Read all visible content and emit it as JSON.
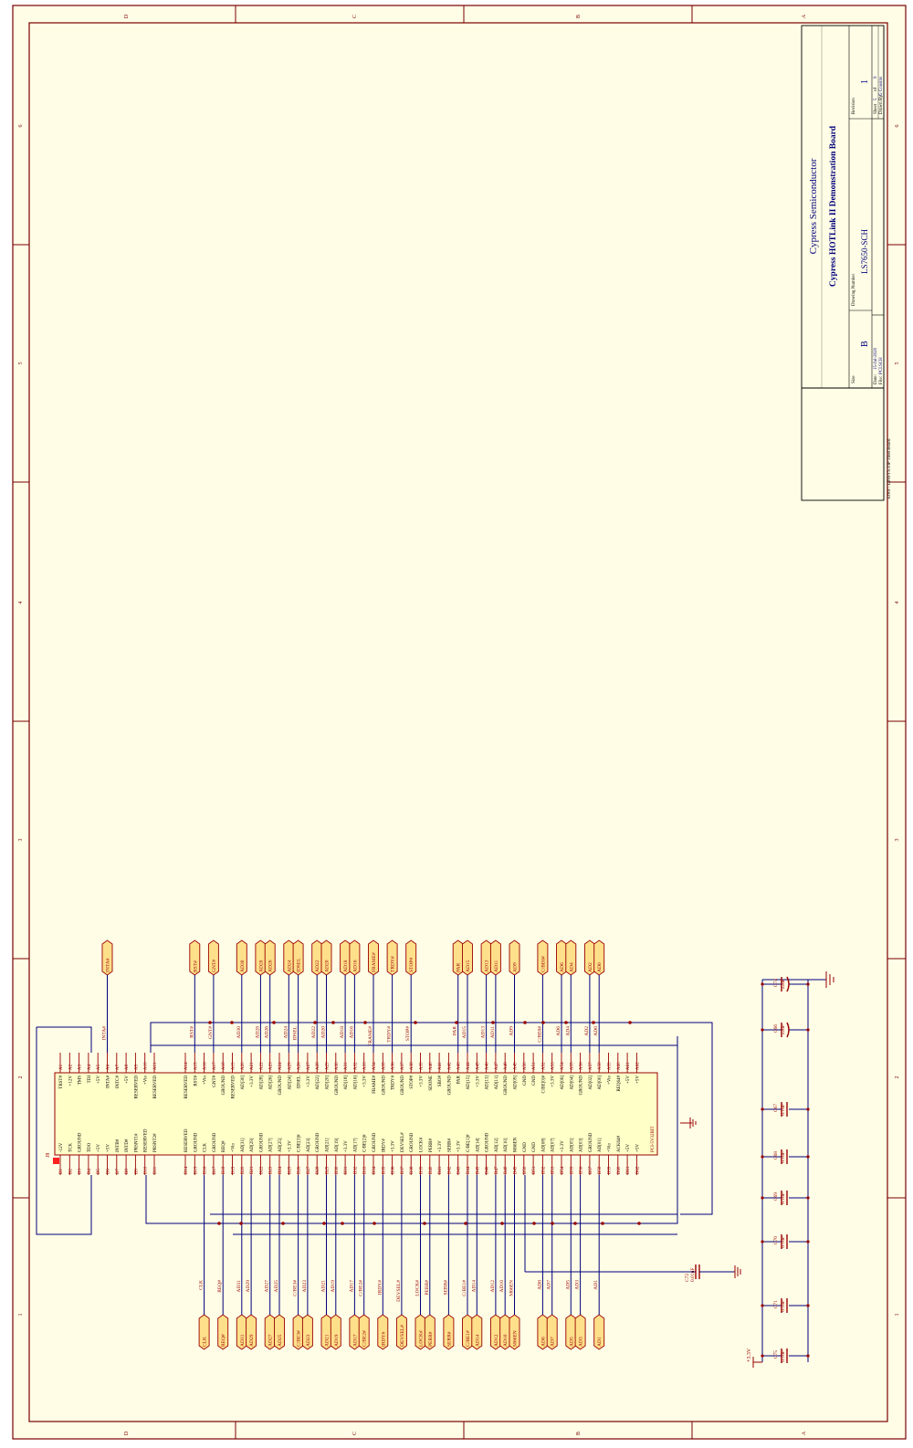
{
  "sheet": {
    "zones_letters": [
      "D",
      "C",
      "B",
      "A"
    ],
    "zones_numbers": [
      "6",
      "5",
      "4",
      "3",
      "2",
      "1"
    ],
    "colors": {
      "paper": "#fffde6",
      "frame": "#7a0000",
      "wire": "#00007c",
      "component": "#990000",
      "fill": "#ffffc8",
      "port": "#ffe08a"
    }
  },
  "title_block": {
    "company": "Cypress Semiconductor",
    "title": "Cypress HOTLink II Demonstration Board",
    "size_label": "Size",
    "size_value": "B",
    "drawing_number_label": "Drawing Number",
    "drawing_number": "LS7650-SCH",
    "revision_label": "Revision",
    "revision": "1",
    "date_label": "Date:",
    "date": "15-Jul-2020",
    "file_label": "File:",
    "file": "PCI.SCH",
    "sheet_label": "Sheet",
    "sheet_number": "5",
    "sheet_of": "of",
    "sheet_total": "9",
    "drawn_by_label": "Drawn By:",
    "drawn_by": "G Cousins",
    "path": "Error : LINSYS.TIP Tiled Board"
  },
  "connector": {
    "ref": "J8",
    "type": "PCI-5V32BIT",
    "a_pins": [
      {
        "num": "A1",
        "name": "TRST#"
      },
      {
        "num": "A2",
        "name": "+12V"
      },
      {
        "num": "A3",
        "name": "TMS"
      },
      {
        "num": "A4",
        "name": "TDI"
      },
      {
        "num": "A5",
        "name": "+5V"
      },
      {
        "num": "A6",
        "name": "INTA#"
      },
      {
        "num": "A7",
        "name": "INTC#"
      },
      {
        "num": "A8",
        "name": "+5V"
      },
      {
        "num": "A9",
        "name": "RESERVED"
      },
      {
        "num": "A10",
        "name": "+Vio"
      },
      {
        "num": "A11",
        "name": "RESERVED"
      },
      {
        "num": "A14",
        "name": "RESERVED"
      },
      {
        "num": "A15",
        "name": "RST#"
      },
      {
        "num": "A16",
        "name": "+Vio"
      },
      {
        "num": "A17",
        "name": "GNT#"
      },
      {
        "num": "A18",
        "name": "GROUND"
      },
      {
        "num": "A19",
        "name": "RESERVED"
      },
      {
        "num": "A20",
        "name": "AD[30]"
      },
      {
        "num": "A21",
        "name": "+3.3V"
      },
      {
        "num": "A22",
        "name": "AD[28]"
      },
      {
        "num": "A23",
        "name": "AD[26]"
      },
      {
        "num": "A24",
        "name": "GROUND"
      },
      {
        "num": "A25",
        "name": "AD[24]"
      },
      {
        "num": "A26",
        "name": "IDSEL"
      },
      {
        "num": "A27",
        "name": "+3.3V"
      },
      {
        "num": "A28",
        "name": "AD[22]"
      },
      {
        "num": "A29",
        "name": "AD[20]"
      },
      {
        "num": "A30",
        "name": "GROUND"
      },
      {
        "num": "A31",
        "name": "AD[18]"
      },
      {
        "num": "A32",
        "name": "AD[16]"
      },
      {
        "num": "A33",
        "name": "+3.3V"
      },
      {
        "num": "A34",
        "name": "FRAME#"
      },
      {
        "num": "A35",
        "name": "GROUND"
      },
      {
        "num": "A36",
        "name": "TRDY#"
      },
      {
        "num": "A37",
        "name": "GROUND"
      },
      {
        "num": "A38",
        "name": "STOP#"
      },
      {
        "num": "A39",
        "name": "+3.3V"
      },
      {
        "num": "A40",
        "name": "SDONE"
      },
      {
        "num": "A41",
        "name": "SBO#"
      },
      {
        "num": "A42",
        "name": "GROUND"
      },
      {
        "num": "A43",
        "name": "PAR"
      },
      {
        "num": "A44",
        "name": "AD[15]"
      },
      {
        "num": "A45",
        "name": "+3.3V"
      },
      {
        "num": "A46",
        "name": "AD[13]"
      },
      {
        "num": "A47",
        "name": "AD[11]"
      },
      {
        "num": "A48",
        "name": "GROUND"
      },
      {
        "num": "A49",
        "name": "AD[09]"
      },
      {
        "num": "A50",
        "name": "GND"
      },
      {
        "num": "A51",
        "name": "GND"
      },
      {
        "num": "A52",
        "name": "C/BE[0]#"
      },
      {
        "num": "A53",
        "name": "+3.3V"
      },
      {
        "num": "A54",
        "name": "AD[06]"
      },
      {
        "num": "A55",
        "name": "AD[04]"
      },
      {
        "num": "A56",
        "name": "GROUND"
      },
      {
        "num": "A57",
        "name": "AD[02]"
      },
      {
        "num": "A58",
        "name": "AD[00]"
      },
      {
        "num": "A59",
        "name": "+Vio"
      },
      {
        "num": "A60",
        "name": "REQ64#"
      },
      {
        "num": "A61",
        "name": "+5V"
      },
      {
        "num": "A62",
        "name": "+5V"
      }
    ],
    "b_pins": [
      {
        "num": "B1",
        "name": "-12V"
      },
      {
        "num": "B2",
        "name": "TCK"
      },
      {
        "num": "B3",
        "name": "GROUND"
      },
      {
        "num": "B4",
        "name": "TDO"
      },
      {
        "num": "B5",
        "name": "+5V"
      },
      {
        "num": "B6",
        "name": "+5V"
      },
      {
        "num": "B7",
        "name": "INTB#"
      },
      {
        "num": "B8",
        "name": "INTD#"
      },
      {
        "num": "B9",
        "name": "PRSNT1#"
      },
      {
        "num": "B10",
        "name": "RESERVED"
      },
      {
        "num": "B11",
        "name": "PRSNT2#"
      },
      {
        "num": "B14",
        "name": "RESERVED"
      },
      {
        "num": "B15",
        "name": "GROUND"
      },
      {
        "num": "B16",
        "name": "CLK"
      },
      {
        "num": "B17",
        "name": "GROUND"
      },
      {
        "num": "B18",
        "name": "REQ#"
      },
      {
        "num": "B19",
        "name": "+Vio"
      },
      {
        "num": "B20",
        "name": "AD[31]"
      },
      {
        "num": "B21",
        "name": "AD[29]"
      },
      {
        "num": "B22",
        "name": "GROUND"
      },
      {
        "num": "B23",
        "name": "AD[27]"
      },
      {
        "num": "B24",
        "name": "AD[25]"
      },
      {
        "num": "B25",
        "name": "+3.3V"
      },
      {
        "num": "B26",
        "name": "C/BE[3]#"
      },
      {
        "num": "B27",
        "name": "AD[23]"
      },
      {
        "num": "B28",
        "name": "GROUND"
      },
      {
        "num": "B29",
        "name": "AD[21]"
      },
      {
        "num": "B30",
        "name": "AD[19]"
      },
      {
        "num": "B31",
        "name": "+3.3V"
      },
      {
        "num": "B32",
        "name": "AD[17]"
      },
      {
        "num": "B33",
        "name": "C/BE[2]#"
      },
      {
        "num": "B34",
        "name": "GROUND"
      },
      {
        "num": "B35",
        "name": "IRDY#"
      },
      {
        "num": "B36",
        "name": "+3.3V"
      },
      {
        "num": "B37",
        "name": "DEVSEL#"
      },
      {
        "num": "B38",
        "name": "GROUND"
      },
      {
        "num": "B39",
        "name": "LOCK#"
      },
      {
        "num": "B40",
        "name": "PERR#"
      },
      {
        "num": "B41",
        "name": "+3.3V"
      },
      {
        "num": "B42",
        "name": "SERR#"
      },
      {
        "num": "B43",
        "name": "+3.3V"
      },
      {
        "num": "B44",
        "name": "C/BE[1]#"
      },
      {
        "num": "B45",
        "name": "AD[14]"
      },
      {
        "num": "B46",
        "name": "GROUND"
      },
      {
        "num": "B47",
        "name": "AD[12]"
      },
      {
        "num": "B48",
        "name": "AD[10]"
      },
      {
        "num": "B49",
        "name": "M66EN"
      },
      {
        "num": "B50",
        "name": "GND"
      },
      {
        "num": "B51",
        "name": "GND"
      },
      {
        "num": "B52",
        "name": "AD[08]"
      },
      {
        "num": "B53",
        "name": "AD[07]"
      },
      {
        "num": "B54",
        "name": "+3.3V"
      },
      {
        "num": "B55",
        "name": "AD[05]"
      },
      {
        "num": "B56",
        "name": "AD[03]"
      },
      {
        "num": "B57",
        "name": "GROUND"
      },
      {
        "num": "B58",
        "name": "AD[01]"
      },
      {
        "num": "B59",
        "name": "+Vio"
      },
      {
        "num": "B60",
        "name": "ACK64#"
      },
      {
        "num": "B61",
        "name": "+5V"
      },
      {
        "num": "B62",
        "name": "+5V"
      }
    ]
  },
  "top_ports": [
    {
      "pin": "A6",
      "net": "INTA#",
      "label": "INTA#"
    },
    {
      "pin": "A15",
      "net": "RST#",
      "label": "RST#"
    },
    {
      "pin": "A17",
      "net": "GNT#",
      "label": "GNT#"
    },
    {
      "pin": "A20",
      "net": "AD30",
      "label": "AD30"
    },
    {
      "pin": "A22",
      "net": "AD28",
      "label": "AD28"
    },
    {
      "pin": "A23",
      "net": "AD26",
      "label": "AD26"
    },
    {
      "pin": "A25",
      "net": "AD24",
      "label": "AD24"
    },
    {
      "pin": "A26",
      "net": "IDSEL",
      "label": "IDSEL"
    },
    {
      "pin": "A28",
      "net": "AD22",
      "label": "AD22"
    },
    {
      "pin": "A29",
      "net": "AD20",
      "label": "AD20"
    },
    {
      "pin": "A31",
      "net": "AD18",
      "label": "AD18"
    },
    {
      "pin": "A32",
      "net": "AD16",
      "label": "AD16"
    },
    {
      "pin": "A34",
      "net": "FRAME#",
      "label": "FRAME#"
    },
    {
      "pin": "A36",
      "net": "TRDY#",
      "label": "TRDY#"
    },
    {
      "pin": "A38",
      "net": "STOP#",
      "label": "STOP#"
    },
    {
      "pin": "A43",
      "net": "PAR",
      "label": "PAR"
    },
    {
      "pin": "A44",
      "net": "AD15",
      "label": "AD15"
    },
    {
      "pin": "A46",
      "net": "AD13",
      "label": "AD13"
    },
    {
      "pin": "A47",
      "net": "AD11",
      "label": "AD11"
    },
    {
      "pin": "A49",
      "net": "AD9",
      "label": "AD9"
    },
    {
      "pin": "A52",
      "net": "C/BE0#",
      "label": "C/BE0#"
    },
    {
      "pin": "A54",
      "net": "AD6",
      "label": "AD6"
    },
    {
      "pin": "A55",
      "net": "AD4",
      "label": "AD4"
    },
    {
      "pin": "A57",
      "net": "AD2",
      "label": "AD2"
    },
    {
      "pin": "A58",
      "net": "AD0",
      "label": "AD0"
    }
  ],
  "bottom_ports": [
    {
      "pin": "B16",
      "net": "CLK",
      "label": "CLK"
    },
    {
      "pin": "B18",
      "net": "REQ#",
      "label": "REQ#"
    },
    {
      "pin": "B20",
      "net": "AD31",
      "label": "AD31"
    },
    {
      "pin": "B21",
      "net": "AD29",
      "label": "AD29"
    },
    {
      "pin": "B23",
      "net": "AD27",
      "label": "AD27"
    },
    {
      "pin": "B24",
      "net": "AD25",
      "label": "AD25"
    },
    {
      "pin": "B26",
      "net": "C/BE3#",
      "label": "C/BE3#"
    },
    {
      "pin": "B27",
      "net": "AD23",
      "label": "AD23"
    },
    {
      "pin": "B29",
      "net": "AD21",
      "label": "AD21"
    },
    {
      "pin": "B30",
      "net": "AD19",
      "label": "AD19"
    },
    {
      "pin": "B32",
      "net": "AD17",
      "label": "AD17"
    },
    {
      "pin": "B33",
      "net": "C/BE2#",
      "label": "C/BE2#"
    },
    {
      "pin": "B35",
      "net": "IRDY#",
      "label": "IRDY#"
    },
    {
      "pin": "B37",
      "net": "DEVSEL#",
      "label": "DEVSEL#"
    },
    {
      "pin": "B39",
      "net": "LOCK#",
      "label": "LOCK#"
    },
    {
      "pin": "B40",
      "net": "PERR#",
      "label": "PERR#"
    },
    {
      "pin": "B42",
      "net": "SERR#",
      "label": "SERR#"
    },
    {
      "pin": "B44",
      "net": "C/BE1#",
      "label": "C/BE1#"
    },
    {
      "pin": "B45",
      "net": "AD14",
      "label": "AD14"
    },
    {
      "pin": "B47",
      "net": "AD12",
      "label": "AD12"
    },
    {
      "pin": "B48",
      "net": "AD10",
      "label": "AD10"
    },
    {
      "pin": "B49",
      "net": "M66EN",
      "label": "M66EN"
    },
    {
      "pin": "B52",
      "net": "AD8",
      "label": "AD8"
    },
    {
      "pin": "B53",
      "net": "AD7",
      "label": "AD7"
    },
    {
      "pin": "B55",
      "net": "AD5",
      "label": "AD5"
    },
    {
      "pin": "B56",
      "net": "AD3",
      "label": "AD3"
    },
    {
      "pin": "B58",
      "net": "AD1",
      "label": "AD1"
    }
  ],
  "power": {
    "v33": "+3.3V",
    "v5": "+5V"
  },
  "capacitors": [
    {
      "ref": "C74",
      "value": "22uF",
      "polarized": true
    },
    {
      "ref": "C66",
      "value": "22uF",
      "polarized": true
    },
    {
      "ref": "C67",
      "value": "0.1uF"
    },
    {
      "ref": "C68",
      "value": "0.1uF"
    },
    {
      "ref": "C69",
      "value": "0.1uF"
    },
    {
      "ref": "C70",
      "value": "0.1uF"
    },
    {
      "ref": "C71",
      "value": "0.1uF"
    },
    {
      "ref": "C75",
      "value": "0.1uF"
    }
  ],
  "c72": {
    "ref": "C72",
    "value": "0.01uF"
  }
}
